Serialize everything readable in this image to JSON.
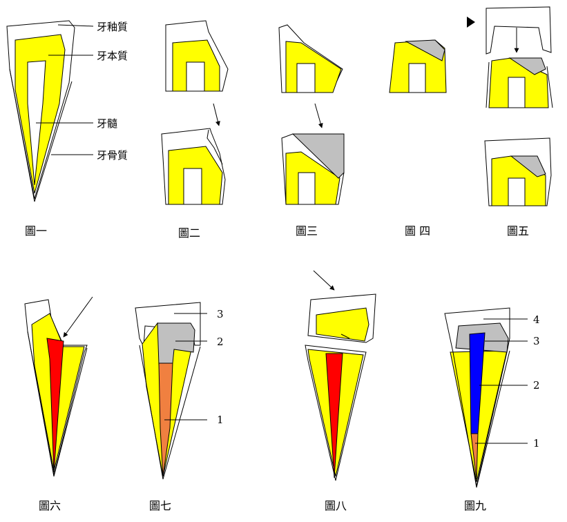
{
  "colors": {
    "dentin": "#ffff00",
    "filling": "#c0c0c0",
    "pulp_inflamed": "#ff0000",
    "root_filling": "#f08040",
    "post": "#0000ff",
    "enamel": "#ffffff"
  },
  "labels": {
    "enamel": "牙釉質",
    "dentin": "牙本質",
    "pulp": "牙髓",
    "cementum": "牙骨質"
  },
  "captions": {
    "fig1": "圖一",
    "fig2": "圖二",
    "fig3": "圖三",
    "fig4": "圖 四",
    "fig5": "圖五",
    "fig6": "圖六",
    "fig7": "圖七",
    "fig8": "圖八",
    "fig9": "圖九"
  },
  "fig7_numbers": [
    "1",
    "2",
    "3"
  ],
  "fig9_numbers": [
    "1",
    "2",
    "3",
    "4"
  ]
}
